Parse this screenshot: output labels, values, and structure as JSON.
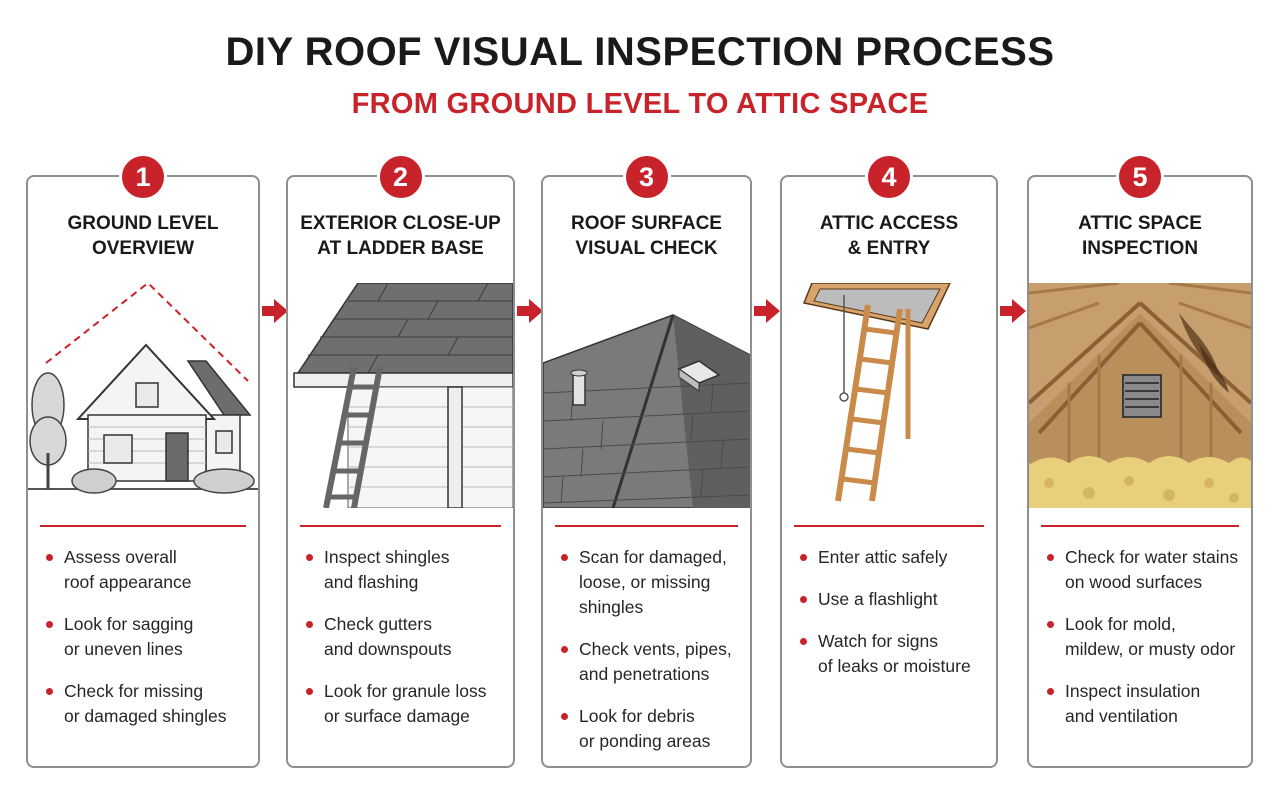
{
  "title": "DIY ROOF VISUAL INSPECTION PROCESS",
  "subtitle": "FROM GROUND LEVEL TO ATTIC SPACE",
  "colors": {
    "accent": "#c8232b",
    "text": "#1a1a1a",
    "border": "#8f8f8f"
  },
  "steps": [
    {
      "number": "1",
      "title": "GROUND LEVEL\nOVERVIEW",
      "illustration": "house-icon",
      "bullets": [
        "Assess overall\nroof appearance",
        "Look for sagging\nor uneven lines",
        "Check for missing\nor damaged shingles"
      ]
    },
    {
      "number": "2",
      "title": "EXTERIOR CLOSE-UP\nAT LADDER BASE",
      "illustration": "ladder-gutter-icon",
      "bullets": [
        "Inspect shingles\nand flashing",
        "Check gutters\nand downspouts",
        "Look for granule loss\nor surface damage"
      ]
    },
    {
      "number": "3",
      "title": "ROOF SURFACE\nVISUAL CHECK",
      "illustration": "roof-surface-icon",
      "bullets": [
        "Scan for damaged,\nloose, or missing\nshingles",
        "Check vents, pipes,\nand penetrations",
        "Look for debris\nor ponding areas"
      ]
    },
    {
      "number": "4",
      "title": "ATTIC ACCESS\n& ENTRY",
      "illustration": "attic-ladder-icon",
      "bullets": [
        "Enter attic safely",
        "Use a flashlight",
        "Watch for signs\nof leaks or moisture"
      ]
    },
    {
      "number": "5",
      "title": "ATTIC SPACE\nINSPECTION",
      "illustration": "attic-interior-icon",
      "bullets": [
        "Check for water stains\non wood surfaces",
        "Look for mold,\nmildew, or musty odor",
        "Inspect insulation\nand ventilation"
      ]
    }
  ]
}
